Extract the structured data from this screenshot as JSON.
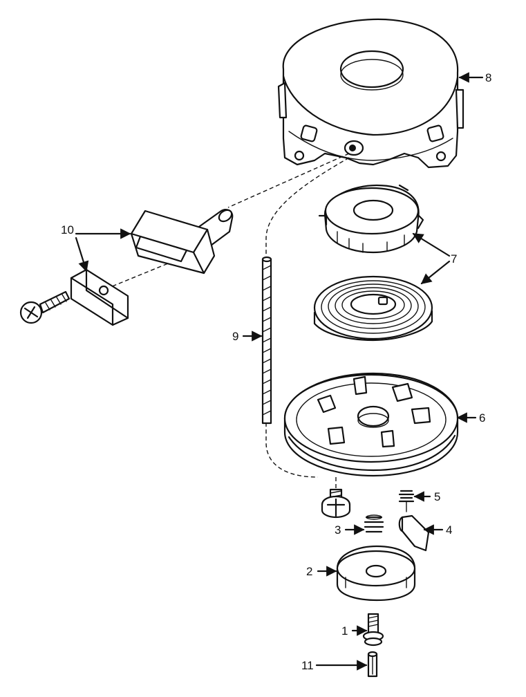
{
  "callouts": [
    {
      "id": "callout-1",
      "text": "1"
    },
    {
      "id": "callout-2",
      "text": "2"
    },
    {
      "id": "callout-3",
      "text": "3"
    },
    {
      "id": "callout-4",
      "text": "4"
    },
    {
      "id": "callout-5",
      "text": "5"
    },
    {
      "id": "callout-6",
      "text": "6"
    },
    {
      "id": "callout-7",
      "text": "7"
    },
    {
      "id": "callout-8",
      "text": "8"
    },
    {
      "id": "callout-9",
      "text": "9"
    },
    {
      "id": "callout-10",
      "text": "10"
    },
    {
      "id": "callout-11",
      "text": "11"
    }
  ],
  "colors": {
    "ink": "#111111",
    "paper": "#ffffff"
  }
}
